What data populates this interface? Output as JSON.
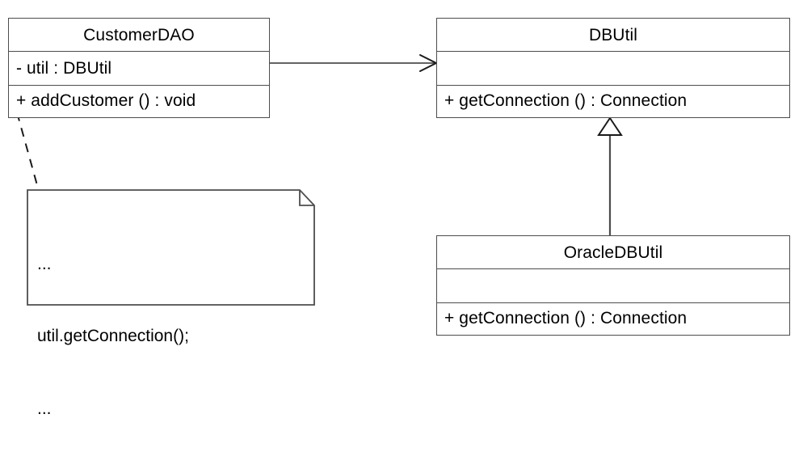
{
  "diagram": {
    "kind": "uml-class-diagram",
    "background_color": "#ffffff",
    "line_color": "#4d4d4d",
    "text_color": "#000000"
  },
  "classes": {
    "customer_dao": {
      "name": "CustomerDAO",
      "attributes": [
        "- util : DBUtil"
      ],
      "operations": [
        "+ addCustomer () : void"
      ]
    },
    "db_util": {
      "name": "DBUtil",
      "attributes": [
        ""
      ],
      "operations": [
        "+ getConnection () : Connection"
      ]
    },
    "oracle_db_util": {
      "name": "OracleDBUtil",
      "attributes": [
        ""
      ],
      "operations": [
        "+ getConnection () : Connection"
      ]
    }
  },
  "note": {
    "lines": [
      "...",
      "util.getConnection();",
      "..."
    ]
  },
  "relationships": {
    "dependency": {
      "label": "",
      "from": "CustomerDAO",
      "to": "DBUtil",
      "style": "solid-open-arrow"
    },
    "generalization": {
      "label": "",
      "from": "OracleDBUtil",
      "to": "DBUtil",
      "style": "solid-hollow-triangle"
    },
    "note_anchor": {
      "label": "",
      "from": "CustomerDAO",
      "to": "note",
      "style": "dashed"
    }
  }
}
